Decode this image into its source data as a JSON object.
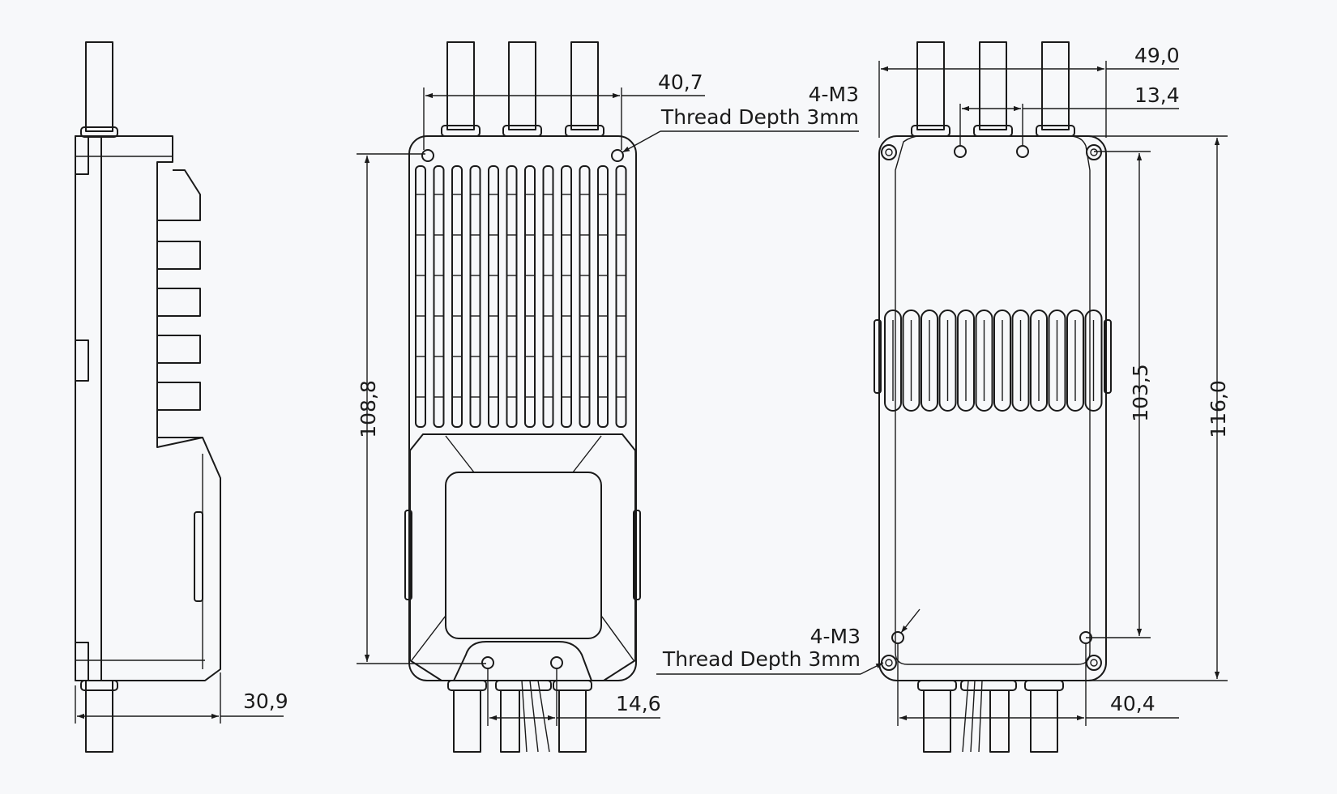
{
  "dimensions": {
    "side_depth": "30,9",
    "top_hole_spacing": "40,7",
    "total_width": "49,0",
    "inner_hole_spacing": "13,4",
    "front_hole_height": "108,8",
    "rear_hole_height": "103,5",
    "total_height": "116,0",
    "bottom_hole_spacing_front": "14,6",
    "bottom_hole_spacing_rear": "40,4"
  },
  "callouts": {
    "top": {
      "line1": "4-M3",
      "line2": "Thread Depth 3mm"
    },
    "bottom": {
      "line1": "4-M3",
      "line2": "Thread Depth 3mm"
    }
  },
  "colors": {
    "background": "#f7f8fa",
    "line": "#1a1a1a"
  }
}
